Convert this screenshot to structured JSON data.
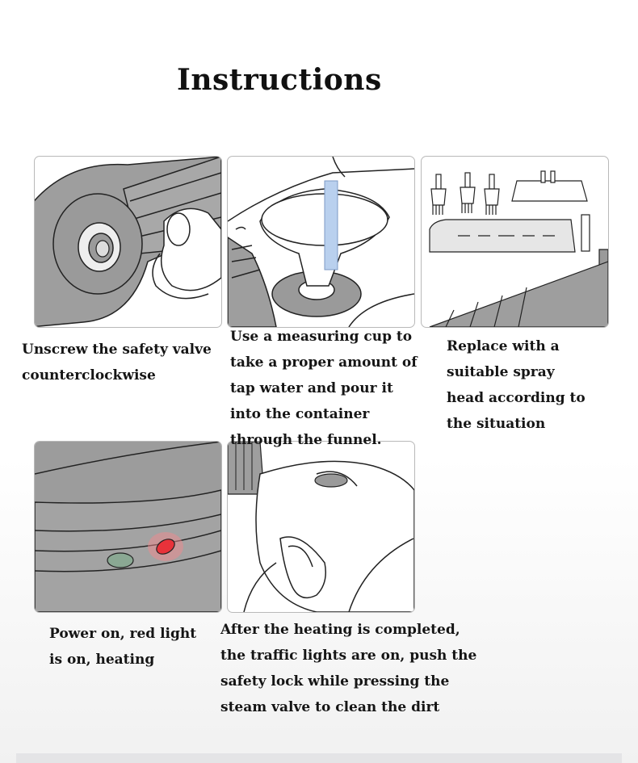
{
  "title": "Instructions",
  "steps": [
    {
      "icon": "safety-valve-illustration",
      "caption": [
        "Unscrew the safety valve",
        "counterclockwise"
      ]
    },
    {
      "icon": "funnel-pour-illustration",
      "caption": [
        "Use a measuring cup to",
        "take a proper amount of",
        "tap water and pour it",
        "into the container",
        "through the funnel."
      ]
    },
    {
      "icon": "spray-heads-illustration",
      "caption": [
        "Replace with a",
        "suitable spray",
        "head according to",
        "the situation"
      ]
    },
    {
      "icon": "indicator-lights-illustration",
      "caption": [
        "Power on, red light",
        "is on, heating"
      ]
    },
    {
      "icon": "trigger-hand-illustration",
      "caption": [
        "After the heating is completed,",
        "the traffic lights are on, push the",
        "safety lock while pressing the",
        "steam valve to clean the dirt"
      ]
    }
  ],
  "colors": {
    "red_light": "#e8323a",
    "green_light": "#8aa893",
    "water": "#b9d0ee",
    "device_gray": "#9c9c9c"
  }
}
